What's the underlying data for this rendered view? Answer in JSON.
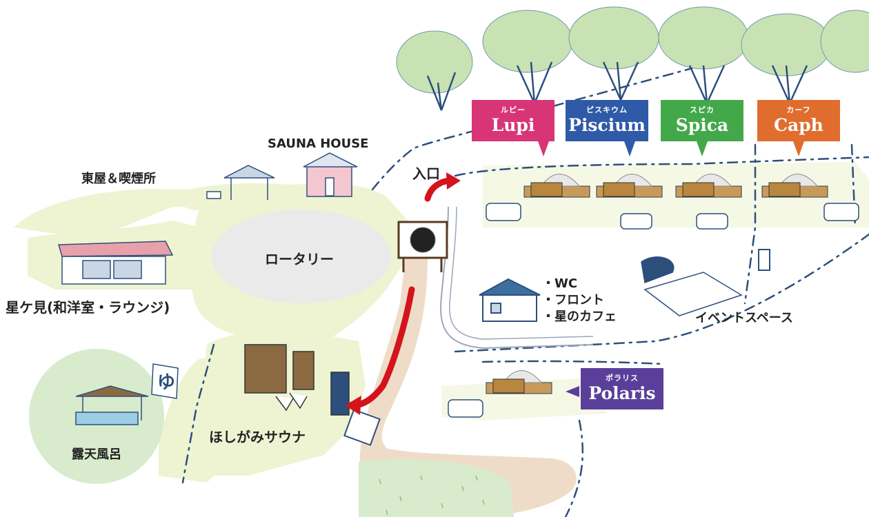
{
  "map": {
    "labels": {
      "sauna_house": "SAUNA HOUSE",
      "azumaya": "東屋＆喫煙所",
      "hoshigami_room": "星ケ見(和洋室・ラウンジ)",
      "rotary": "ロータリー",
      "entrance": "入口",
      "event_space": "イベントスペース",
      "hoshigami_sauna": "ほしがみサウナ",
      "open_bath": "露天風呂",
      "yu_sign": "ゆ"
    },
    "facility_items": [
      "・WC",
      "・フロント",
      "・星のカフェ"
    ],
    "domes": [
      {
        "kana": "ルピー",
        "name": "Lupi",
        "color": "#d83577"
      },
      {
        "kana": "ピスキウム",
        "name": "Piscium",
        "color": "#2f5aa8"
      },
      {
        "kana": "スピカ",
        "name": "Spica",
        "color": "#43a84a"
      },
      {
        "kana": "カーフ",
        "name": "Caph",
        "color": "#e06d2e"
      },
      {
        "kana": "ポラリス",
        "name": "Polaris",
        "color": "#5a3f9a"
      }
    ],
    "colors": {
      "path_green": "#eef3d2",
      "walkway": "#efdcc8",
      "route_arrow": "#d4141c",
      "dashed_boundary": "#2c4f7c",
      "tree": "#c9e2b4",
      "bath_circle": "#d9ebcd",
      "rotary": "#eaeaea"
    }
  }
}
